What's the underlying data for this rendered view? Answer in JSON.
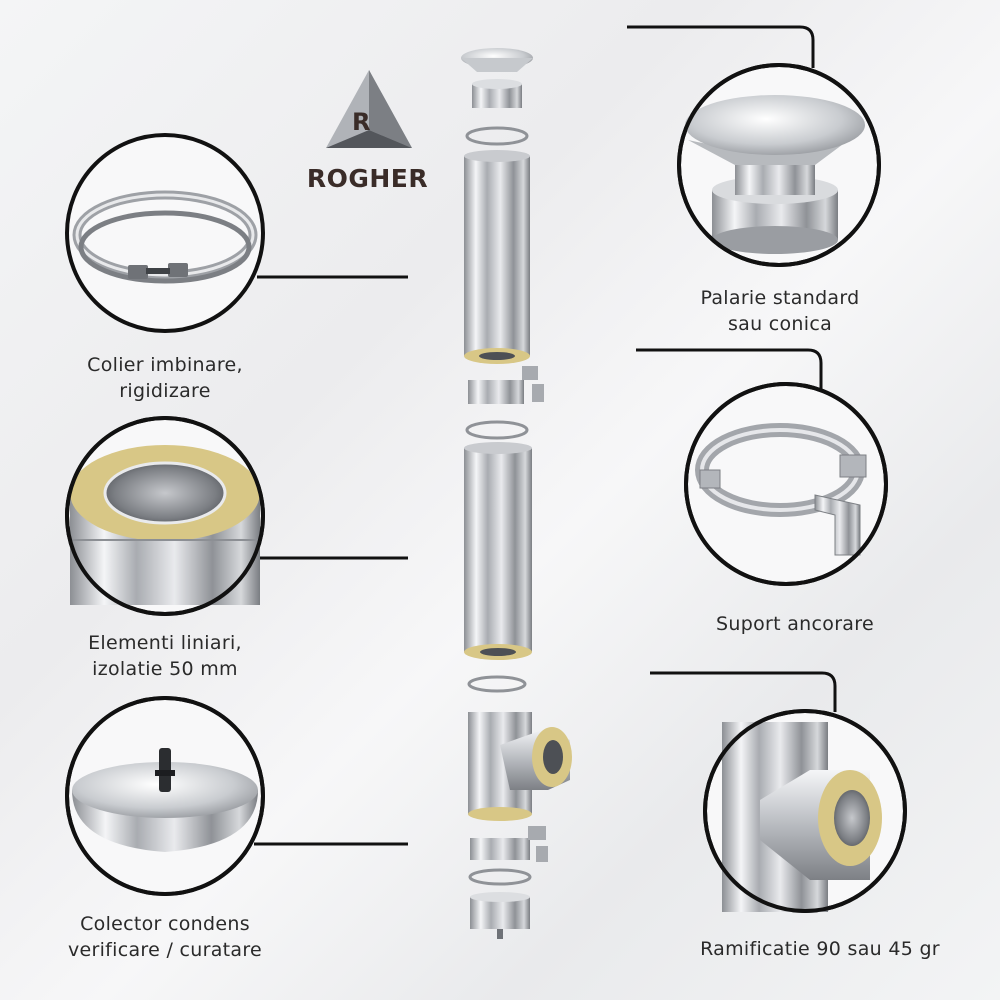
{
  "brand": {
    "name": "ROGHER",
    "logo_letter": "R"
  },
  "callouts": {
    "colier": {
      "line1": "Colier imbinare,",
      "line2": "rigidizare"
    },
    "elementi": {
      "line1": "Elementi liniari,",
      "line2": "izolatie 50 mm"
    },
    "colector": {
      "line1": "Colector condens",
      "line2": "verificare / curatare"
    },
    "palarie": {
      "line1": "Palarie standard",
      "line2": "sau conica"
    },
    "suport": {
      "line1": "Suport ancorare"
    },
    "ramificatie": {
      "line1": "Ramificatie 90 sau 45 gr"
    }
  },
  "colors": {
    "steel_light": "#f2f3f5",
    "steel_mid": "#b9bcc1",
    "steel_dark": "#6e7177",
    "insulation": "#d8c786",
    "text": "#2a2a2a",
    "line": "#111111",
    "brand": "#3a2c28"
  }
}
